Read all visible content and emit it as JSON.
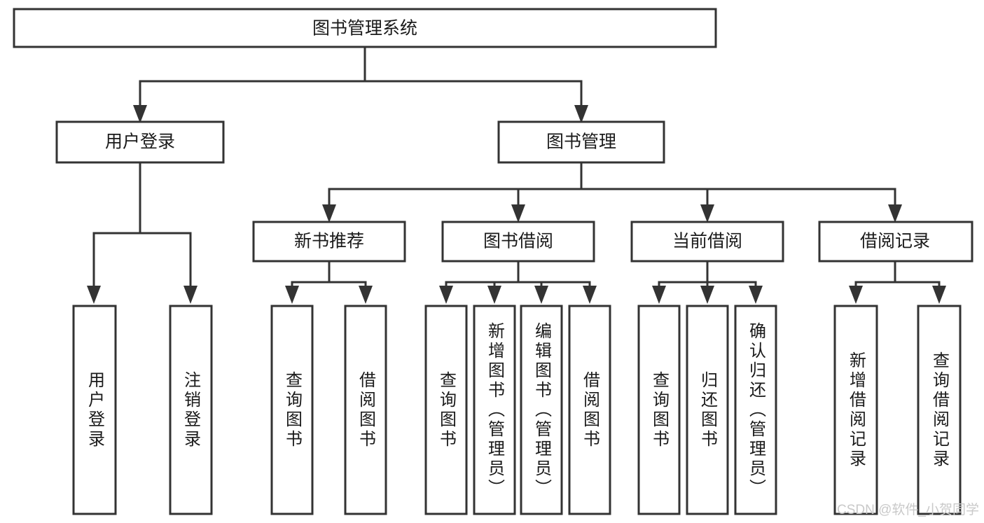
{
  "diagram": {
    "type": "tree-hierarchy-chart",
    "title": "图书管理系统",
    "orientation": "top-down",
    "colors": {
      "box_stroke": "#333333",
      "box_fill": "#ffffff",
      "connector": "#333333",
      "text": "#1a1a1a",
      "watermark": "#c9c9c9",
      "background": "#ffffff"
    },
    "levels": [
      {
        "level": 0,
        "nodes": [
          {
            "id": "root",
            "label": "图书管理系统",
            "orientation": "horizontal"
          }
        ]
      },
      {
        "level": 1,
        "nodes": [
          {
            "id": "login",
            "label": "用户登录",
            "orientation": "horizontal",
            "parent": "root"
          },
          {
            "id": "bookmgmt",
            "label": "图书管理",
            "orientation": "horizontal",
            "parent": "root"
          }
        ]
      },
      {
        "level": 2,
        "nodes": [
          {
            "id": "newbook",
            "label": "新书推荐",
            "orientation": "horizontal",
            "parent": "bookmgmt"
          },
          {
            "id": "borrow",
            "label": "图书借阅",
            "orientation": "horizontal",
            "parent": "bookmgmt"
          },
          {
            "id": "current",
            "label": "当前借阅",
            "orientation": "horizontal",
            "parent": "bookmgmt"
          },
          {
            "id": "records",
            "label": "借阅记录",
            "orientation": "horizontal",
            "parent": "bookmgmt"
          }
        ]
      },
      {
        "level": 3,
        "nodes": [
          {
            "id": "leaf-1",
            "label": "用户登录",
            "orientation": "vertical",
            "parent": "login"
          },
          {
            "id": "leaf-2",
            "label": "注销登录",
            "orientation": "vertical",
            "parent": "login"
          },
          {
            "id": "leaf-3",
            "label": "查询图书",
            "orientation": "vertical",
            "parent": "newbook"
          },
          {
            "id": "leaf-4",
            "label": "借阅图书",
            "orientation": "vertical",
            "parent": "newbook"
          },
          {
            "id": "leaf-5",
            "label": "查询图书",
            "orientation": "vertical",
            "parent": "borrow"
          },
          {
            "id": "leaf-6",
            "label": "新增图书（管理员）",
            "orientation": "vertical",
            "parent": "borrow"
          },
          {
            "id": "leaf-7",
            "label": "编辑图书（管理员）",
            "orientation": "vertical",
            "parent": "borrow"
          },
          {
            "id": "leaf-8",
            "label": "借阅图书",
            "orientation": "vertical",
            "parent": "borrow"
          },
          {
            "id": "leaf-9",
            "label": "查询图书",
            "orientation": "vertical",
            "parent": "current"
          },
          {
            "id": "leaf-10",
            "label": "归还图书",
            "orientation": "vertical",
            "parent": "current"
          },
          {
            "id": "leaf-11",
            "label": "确认归还（管理员）",
            "orientation": "vertical",
            "parent": "current"
          },
          {
            "id": "leaf-12",
            "label": "新增借阅记录",
            "orientation": "vertical",
            "parent": "records"
          },
          {
            "id": "leaf-13",
            "label": "查询借阅记录",
            "orientation": "vertical",
            "parent": "records"
          }
        ]
      }
    ]
  },
  "watermark": {
    "text": "CSDN @软件_小贺同学"
  }
}
